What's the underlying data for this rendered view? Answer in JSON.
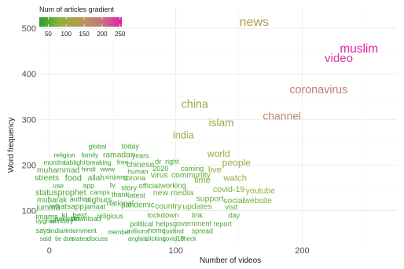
{
  "chart_data": {
    "type": "scatter",
    "title": "",
    "xlabel": "Number of videos",
    "ylabel": "Word frequency",
    "xlim": [
      -8,
      275
    ],
    "ylim": [
      25,
      545
    ],
    "x_ticks": [
      0,
      100,
      200
    ],
    "y_ticks": [
      100,
      200,
      300,
      400,
      500
    ],
    "grid": true,
    "legend": {
      "title": "Num of articles gradient",
      "position": "top-left",
      "ticks": [
        50,
        100,
        150,
        200,
        250
      ],
      "range": [
        25,
        255
      ],
      "colors": [
        "#2ca02c",
        "#8db33a",
        "#b59a55",
        "#c5787f",
        "#e01fa8"
      ]
    },
    "points": [
      {
        "word": "news",
        "x": 162,
        "y": 515,
        "articles": 130,
        "size": 1.0
      },
      {
        "word": "muslim",
        "x": 245,
        "y": 456,
        "articles": 252,
        "size": 0.95
      },
      {
        "word": "video",
        "x": 229,
        "y": 435,
        "articles": 240,
        "size": 0.92
      },
      {
        "word": "coronavirus",
        "x": 213,
        "y": 366,
        "articles": 190,
        "size": 0.85
      },
      {
        "word": "china",
        "x": 115,
        "y": 334,
        "articles": 110,
        "size": 0.85
      },
      {
        "word": "channel",
        "x": 184,
        "y": 308,
        "articles": 175,
        "size": 0.82
      },
      {
        "word": "islam",
        "x": 136,
        "y": 293,
        "articles": 110,
        "size": 0.8
      },
      {
        "word": "india",
        "x": 106,
        "y": 266,
        "articles": 100,
        "size": 0.72
      },
      {
        "word": "world",
        "x": 134,
        "y": 225,
        "articles": 95,
        "size": 0.66
      },
      {
        "word": "people",
        "x": 148,
        "y": 205,
        "articles": 105,
        "size": 0.66
      },
      {
        "word": "live",
        "x": 131,
        "y": 190,
        "articles": 85,
        "size": 0.6
      },
      {
        "word": "watch",
        "x": 147,
        "y": 172,
        "articles": 95,
        "size": 0.6
      },
      {
        "word": "time",
        "x": 121,
        "y": 168,
        "articles": 70,
        "size": 0.56
      },
      {
        "word": "covid-19",
        "x": 142,
        "y": 147,
        "articles": 75,
        "size": 0.54
      },
      {
        "word": "youtube",
        "x": 167,
        "y": 144,
        "articles": 85,
        "size": 0.52
      },
      {
        "word": "support",
        "x": 127,
        "y": 127,
        "articles": 60,
        "size": 0.52
      },
      {
        "word": "social",
        "x": 146,
        "y": 123,
        "articles": 65,
        "size": 0.52
      },
      {
        "word": "website",
        "x": 165,
        "y": 123,
        "articles": 70,
        "size": 0.52
      },
      {
        "word": "visit",
        "x": 144,
        "y": 108,
        "articles": 50,
        "size": 0.42
      },
      {
        "word": "day",
        "x": 146,
        "y": 90,
        "articles": 50,
        "size": 0.42
      },
      {
        "word": "report",
        "x": 137,
        "y": 71,
        "articles": 45,
        "size": 0.38
      },
      {
        "word": "government",
        "x": 113,
        "y": 72,
        "articles": 50,
        "size": 0.42
      },
      {
        "word": "spread",
        "x": 121,
        "y": 55,
        "articles": 40,
        "size": 0.38
      },
      {
        "word": "find",
        "x": 102,
        "y": 55,
        "articles": 35,
        "size": 0.36
      },
      {
        "word": "join",
        "x": 95,
        "y": 55,
        "articles": 35,
        "size": 0.36
      },
      {
        "word": "home",
        "x": 85,
        "y": 56,
        "articles": 40,
        "size": 0.38
      },
      {
        "word": "millions",
        "x": 70,
        "y": 55,
        "articles": 35,
        "size": 0.36
      },
      {
        "word": "helps",
        "x": 91,
        "y": 71,
        "articles": 40,
        "size": 0.38
      },
      {
        "word": "political",
        "x": 73,
        "y": 71,
        "articles": 35,
        "size": 0.38
      },
      {
        "word": "link",
        "x": 117,
        "y": 90,
        "articles": 40,
        "size": 0.42
      },
      {
        "word": "lockdown",
        "x": 90,
        "y": 90,
        "articles": 50,
        "size": 0.44
      },
      {
        "word": "religious",
        "x": 48,
        "y": 88,
        "articles": 40,
        "size": 0.4
      },
      {
        "word": "country",
        "x": 94,
        "y": 110,
        "articles": 55,
        "size": 0.5
      },
      {
        "word": "updates",
        "x": 117,
        "y": 110,
        "articles": 60,
        "size": 0.52
      },
      {
        "word": "pandemic",
        "x": 70,
        "y": 113,
        "articles": 45,
        "size": 0.46
      },
      {
        "word": "national",
        "x": 56,
        "y": 116,
        "articles": 40,
        "size": 0.46
      },
      {
        "word": "new",
        "x": 88,
        "y": 140,
        "articles": 55,
        "size": 0.52
      },
      {
        "word": "media",
        "x": 105,
        "y": 140,
        "articles": 60,
        "size": 0.52
      },
      {
        "word": "latest",
        "x": 69,
        "y": 134,
        "articles": 40,
        "size": 0.4
      },
      {
        "word": "thank",
        "x": 56,
        "y": 135,
        "articles": 35,
        "size": 0.38
      },
      {
        "word": "story",
        "x": 63,
        "y": 150,
        "articles": 35,
        "size": 0.4
      },
      {
        "word": "official",
        "x": 79,
        "y": 155,
        "articles": 45,
        "size": 0.44
      },
      {
        "word": "working",
        "x": 98,
        "y": 156,
        "articles": 45,
        "size": 0.44
      },
      {
        "word": "community",
        "x": 112,
        "y": 178,
        "articles": 55,
        "size": 0.5
      },
      {
        "word": "virus",
        "x": 87,
        "y": 178,
        "articles": 55,
        "size": 0.5
      },
      {
        "word": "corona",
        "x": 67,
        "y": 172,
        "articles": 45,
        "size": 0.44
      },
      {
        "word": "coming",
        "x": 113,
        "y": 192,
        "articles": 45,
        "size": 0.4
      },
      {
        "word": "2020",
        "x": 88,
        "y": 192,
        "articles": 40,
        "size": 0.4
      },
      {
        "word": "human",
        "x": 70,
        "y": 186,
        "articles": 35,
        "size": 0.36
      },
      {
        "word": "xinjiang",
        "x": 53,
        "y": 174,
        "articles": 35,
        "size": 0.36
      },
      {
        "word": "chinese",
        "x": 72,
        "y": 202,
        "articles": 50,
        "size": 0.5
      },
      {
        "word": "dr",
        "x": 86,
        "y": 208,
        "articles": 40,
        "size": 0.44
      },
      {
        "word": "right",
        "x": 97,
        "y": 208,
        "articles": 40,
        "size": 0.38
      },
      {
        "word": "free",
        "x": 58,
        "y": 207,
        "articles": 30,
        "size": 0.36
      },
      {
        "word": "years",
        "x": 72,
        "y": 221,
        "articles": 35,
        "size": 0.38
      },
      {
        "word": "ramadan",
        "x": 55,
        "y": 223,
        "articles": 45,
        "size": 0.5
      },
      {
        "word": "today",
        "x": 64,
        "y": 241,
        "articles": 35,
        "size": 0.4
      },
      {
        "word": "global",
        "x": 38,
        "y": 241,
        "articles": 30,
        "size": 0.36
      },
      {
        "word": "religion",
        "x": 12,
        "y": 222,
        "articles": 25,
        "size": 0.34
      },
      {
        "word": "family",
        "x": 32,
        "y": 222,
        "articles": 25,
        "size": 0.34
      },
      {
        "word": "months",
        "x": 4,
        "y": 206,
        "articles": 25,
        "size": 0.34
      },
      {
        "word": "tablighi",
        "x": 20,
        "y": 206,
        "articles": 25,
        "size": 0.34
      },
      {
        "word": "breaking",
        "x": 39,
        "y": 206,
        "articles": 25,
        "size": 0.34
      },
      {
        "word": "muhammad",
        "x": 7,
        "y": 190,
        "articles": 40,
        "size": 0.5
      },
      {
        "word": "hindi",
        "x": 31,
        "y": 191,
        "articles": 25,
        "size": 0.36
      },
      {
        "word": "www",
        "x": 46,
        "y": 191,
        "articles": 30,
        "size": 0.36
      },
      {
        "word": "streets",
        "x": -2,
        "y": 172,
        "articles": 35,
        "size": 0.5
      },
      {
        "word": "food",
        "x": 19,
        "y": 172,
        "articles": 40,
        "size": 0.56
      },
      {
        "word": "allah",
        "x": 37,
        "y": 172,
        "articles": 35,
        "size": 0.48
      },
      {
        "word": "tv",
        "x": 50,
        "y": 156,
        "articles": 30,
        "size": 0.4
      },
      {
        "word": "use",
        "x": 7,
        "y": 155,
        "articles": 25,
        "size": 0.36
      },
      {
        "word": "app",
        "x": 31,
        "y": 155,
        "articles": 25,
        "size": 0.36
      },
      {
        "word": "statusprophet",
        "x": 9,
        "y": 140,
        "articles": 45,
        "size": 0.54
      },
      {
        "word": "camps",
        "x": 40,
        "y": 140,
        "articles": 30,
        "size": 0.36
      },
      {
        "word": "mubarak",
        "x": 2,
        "y": 124,
        "articles": 40,
        "size": 0.46
      },
      {
        "word": "author",
        "x": 24,
        "y": 125,
        "articles": 25,
        "size": 0.38
      },
      {
        "word": "uighurs",
        "x": 39,
        "y": 124,
        "articles": 40,
        "size": 0.5
      },
      {
        "word": "jumma",
        "x": -1,
        "y": 108,
        "articles": 35,
        "size": 0.48
      },
      {
        "word": "whatsapp",
        "x": 14,
        "y": 109,
        "articles": 35,
        "size": 0.48
      },
      {
        "word": "jamaat",
        "x": 36,
        "y": 109,
        "articles": 25,
        "size": 0.38
      },
      {
        "word": "imams",
        "x": -2,
        "y": 88,
        "articles": 30,
        "size": 0.44
      },
      {
        "word": "ki",
        "x": 12,
        "y": 90,
        "articles": 30,
        "size": 0.44
      },
      {
        "word": "best",
        "x": 24,
        "y": 90,
        "articles": 30,
        "size": 0.44
      },
      {
        "word": "pakistan",
        "x": 14,
        "y": 83,
        "articles": 25,
        "size": 0.34
      },
      {
        "word": "download",
        "x": 29,
        "y": 82,
        "articles": 30,
        "size": 0.38
      },
      {
        "word": "uyghur",
        "x": -3,
        "y": 77,
        "articles": 25,
        "size": 0.34
      },
      {
        "word": "ministry",
        "x": 10,
        "y": 77,
        "articles": 25,
        "size": 0.34
      },
      {
        "word": "says",
        "x": -5,
        "y": 56,
        "articles": 25,
        "size": 0.38
      },
      {
        "word": "indian",
        "x": 7,
        "y": 56,
        "articles": 25,
        "size": 0.34
      },
      {
        "word": "internment",
        "x": 25,
        "y": 56,
        "articles": 25,
        "size": 0.34
      },
      {
        "word": "member",
        "x": 55,
        "y": 53,
        "articles": 25,
        "size": 0.3
      },
      {
        "word": "said",
        "x": -3,
        "y": 38,
        "articles": 25,
        "size": 0.3
      },
      {
        "word": "tie",
        "x": 7,
        "y": 38,
        "articles": 25,
        "size": 0.3
      },
      {
        "word": "don",
        "x": 15,
        "y": 38,
        "articles": 25,
        "size": 0.3
      },
      {
        "word": "states",
        "x": 24,
        "y": 38,
        "articles": 25,
        "size": 0.3
      },
      {
        "word": "discuss",
        "x": 38,
        "y": 38,
        "articles": 25,
        "size": 0.3
      },
      {
        "word": "anglais",
        "x": 70,
        "y": 38,
        "articles": 25,
        "size": 0.3
      },
      {
        "word": "clicking",
        "x": 84,
        "y": 38,
        "articles": 25,
        "size": 0.3
      },
      {
        "word": "covid19",
        "x": 98,
        "y": 38,
        "articles": 25,
        "size": 0.3
      },
      {
        "word": "check",
        "x": 110,
        "y": 38,
        "articles": 25,
        "size": 0.3
      }
    ]
  }
}
